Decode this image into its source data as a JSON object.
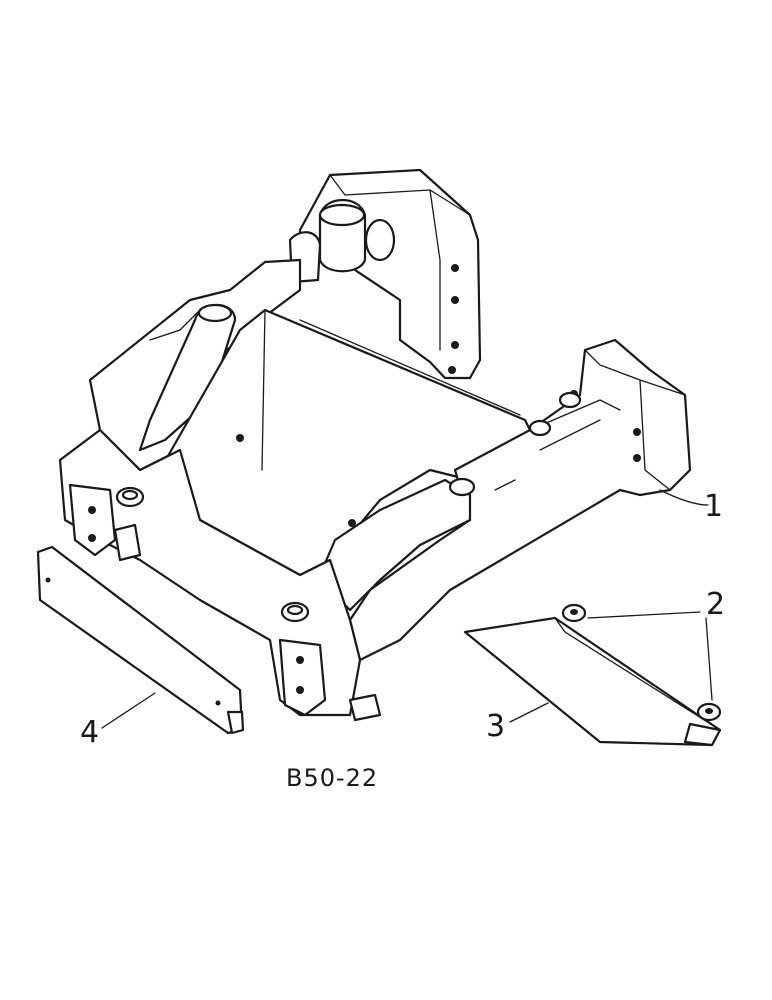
{
  "diagram": {
    "callouts": [
      {
        "id": "1",
        "label": "1"
      },
      {
        "id": "2",
        "label": "2"
      },
      {
        "id": "3",
        "label": "3"
      },
      {
        "id": "4",
        "label": "4"
      }
    ],
    "figure_code": "B50-22"
  }
}
